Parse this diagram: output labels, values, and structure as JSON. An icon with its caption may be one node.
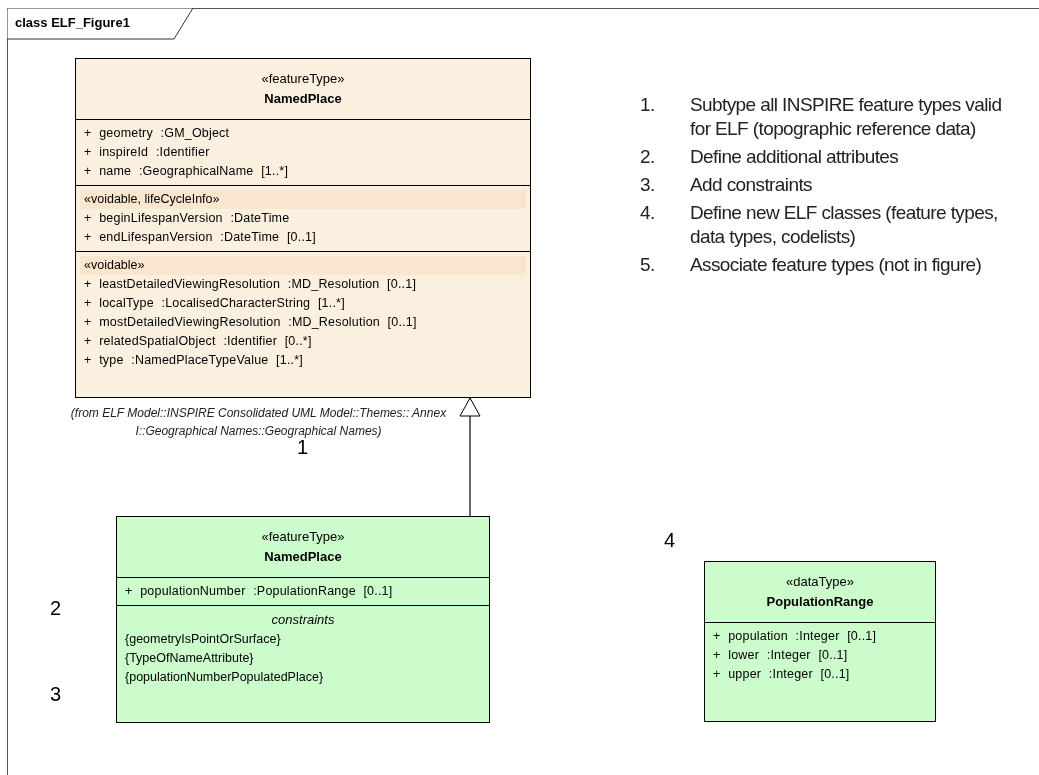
{
  "diagram": {
    "title": "class ELF_Figure1",
    "nodes": [
      {
        "text": [
          "«featureType»",
          "NamedPlace",
          "+ geometry :GM_Object",
          "+ inspireId :Identifier",
          "+ name :GeographicalName [1..*]",
          "«voidable, lifeCycleInfo»",
          "+ beginLifespanVersion :DateTime",
          "+ endLifespanVersion :DateTime [0..1]",
          "«voidable»",
          "+ leastDetailedViewingResolution :MD_Resolution [0..1]",
          "+ localType :LocalisedCharacterString [1..*]",
          "+ mostDetailedViewingResolution :MD_Resolution [0..1]",
          "+ relatedSpatialObject :Identifier [0..*]",
          "+ type :NamedPlaceTypeValue [1..*]"
        ],
        "beside": [
          "(from ELF Model::INSPIRE Consolidated UML Model::Themes:: Annex I::Geographical Names::Geographical Names)"
        ]
      },
      {
        "text": [
          "«featureType»",
          "NamedPlace",
          "+ populationNumber :PopulationRange [0..1]",
          "constraints",
          "{geometryIsPointOrSurface}",
          "{TypeOfNameAttribute}",
          "{populationNumberPopulatedPlace}"
        ]
      },
      {
        "text": [
          "«dataType»",
          "PopulationRange",
          "+ population :Integer [0..1]",
          "+ lower :Integer [0..1]",
          "+ upper :Integer [0..1]"
        ]
      }
    ],
    "edges": [
      {
        "from": 1,
        "to": 0,
        "arrow": "to"
      }
    ],
    "labels": [
      "1.",
      "Subtype all INSPIRE feature types valid for ELF (topographic reference data)",
      "2.",
      "Define additional attributes",
      "3.",
      "Add constraints",
      "4.",
      "Define new ELF classes (feature types, data types, codelists)",
      "5.",
      "Associate feature types (not in figure)",
      "1",
      "4",
      "2",
      "3"
    ]
  }
}
